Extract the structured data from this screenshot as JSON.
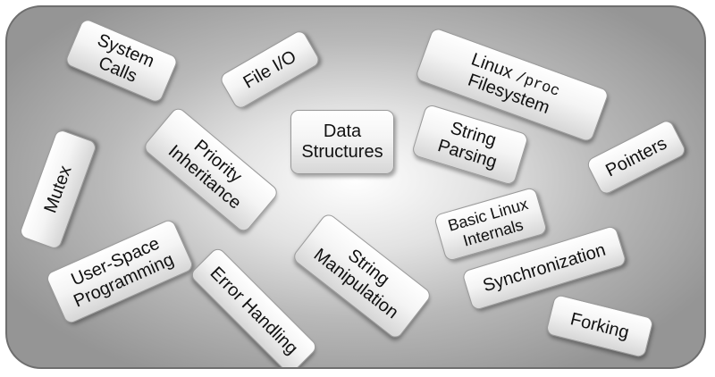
{
  "topics": [
    {
      "id": "system-calls",
      "lines": [
        "System",
        "Calls"
      ]
    },
    {
      "id": "file-io",
      "lines": [
        "File I/O"
      ]
    },
    {
      "id": "linux-proc",
      "line1": "Linux",
      "code": "/proc",
      "line2": "Filesystem"
    },
    {
      "id": "mutex",
      "lines": [
        "Mutex"
      ]
    },
    {
      "id": "priority-inheritance",
      "lines": [
        "Priority",
        "Inheritance"
      ]
    },
    {
      "id": "data-structures",
      "lines": [
        "Data",
        "Structures"
      ]
    },
    {
      "id": "string-parsing",
      "lines": [
        "String",
        "Parsing"
      ]
    },
    {
      "id": "pointers",
      "lines": [
        "Pointers"
      ]
    },
    {
      "id": "basic-linux-internals",
      "lines": [
        "Basic Linux",
        "Internals"
      ]
    },
    {
      "id": "user-space-programming",
      "lines": [
        "User-Space",
        "Programming"
      ]
    },
    {
      "id": "string-manipulation",
      "lines": [
        "String",
        "Manipulation"
      ]
    },
    {
      "id": "error-handling",
      "lines": [
        "Error Handling"
      ]
    },
    {
      "id": "synchronization",
      "lines": [
        "Synchronization"
      ]
    },
    {
      "id": "forking",
      "lines": [
        "Forking"
      ]
    }
  ]
}
